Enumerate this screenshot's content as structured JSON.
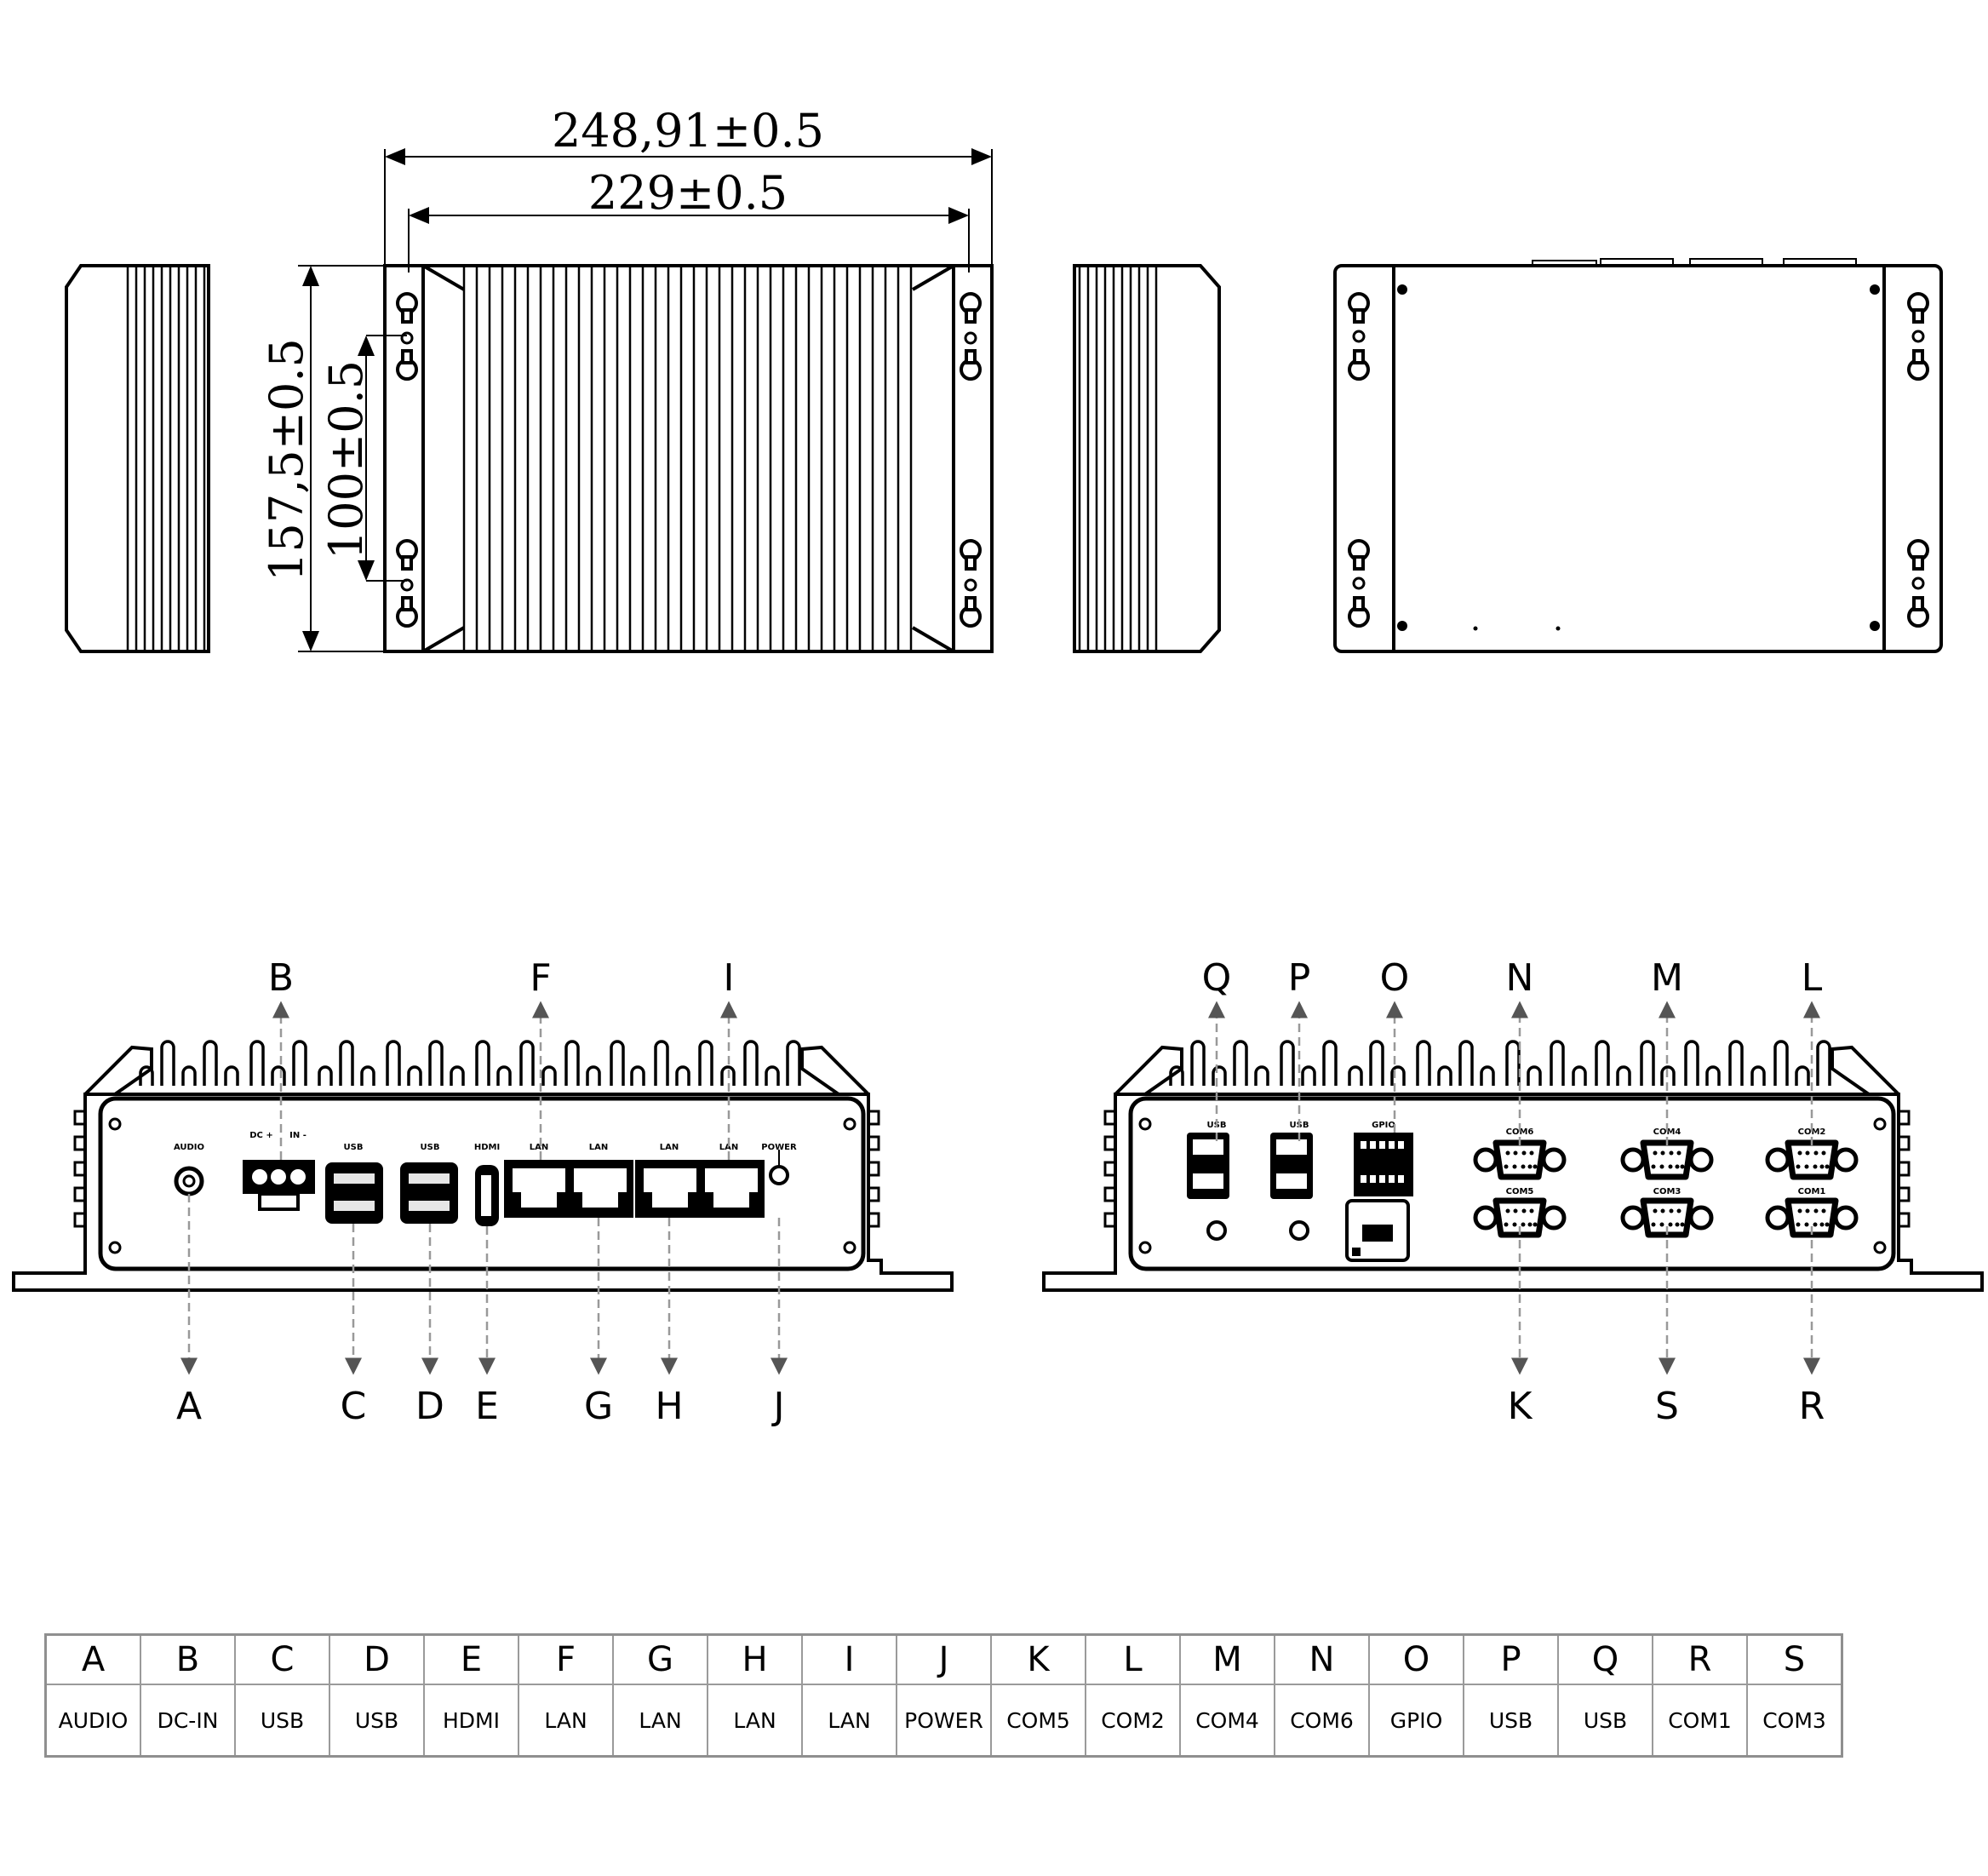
{
  "dimensions": {
    "overall_width": "248,91±0.5",
    "mount_width": "229±0.5",
    "overall_height": "157,5±0.5",
    "mount_height": "100±0.5"
  },
  "front_panel": {
    "callouts_top": [
      "B",
      "F",
      "I"
    ],
    "callouts_bottom": [
      "A",
      "C",
      "D",
      "E",
      "G",
      "H",
      "J"
    ],
    "port_labels": [
      "AUDIO",
      "DC +",
      "IN -",
      "USB",
      "USB",
      "HDMI",
      "LAN",
      "LAN",
      "LAN",
      "LAN",
      "POWER"
    ]
  },
  "rear_panel": {
    "callouts_top": [
      "Q",
      "P",
      "O",
      "N",
      "M",
      "L"
    ],
    "callouts_bottom": [
      "K",
      "S",
      "R"
    ],
    "port_labels": [
      "USB",
      "USB",
      "GPIO",
      "COM6",
      "COM4",
      "COM2",
      "COM5",
      "COM3",
      "COM1"
    ]
  },
  "legend": {
    "letters": [
      "A",
      "B",
      "C",
      "D",
      "E",
      "F",
      "G",
      "H",
      "I",
      "J",
      "K",
      "L",
      "M",
      "N",
      "O",
      "P",
      "Q",
      "R",
      "S"
    ],
    "names": [
      "AUDIO",
      "DC-IN",
      "USB",
      "USB",
      "HDMI",
      "LAN",
      "LAN",
      "LAN",
      "LAN",
      "POWER",
      "COM5",
      "COM2",
      "COM4",
      "COM6",
      "GPIO",
      "USB",
      "USB",
      "COM1",
      "COM3"
    ]
  },
  "colors": {
    "line": "#000000",
    "leader": "#999999",
    "table_border": "#9a9a9a"
  }
}
